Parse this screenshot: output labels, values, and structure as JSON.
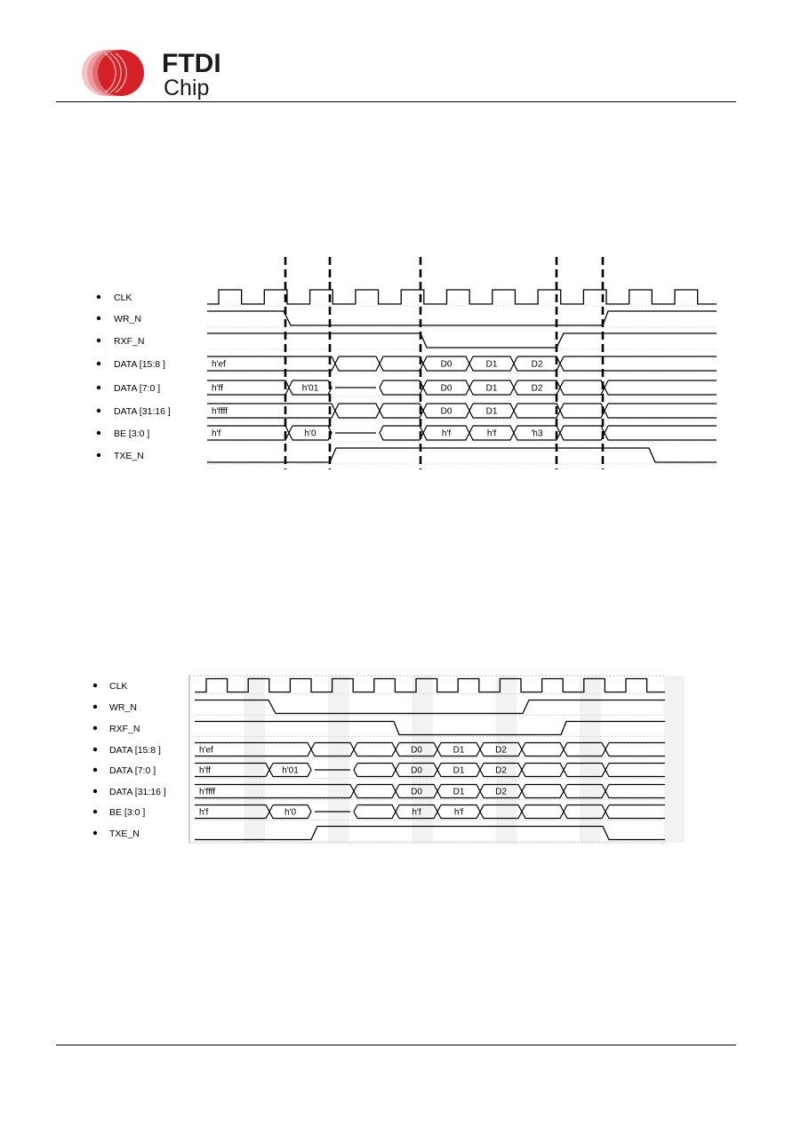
{
  "header": {
    "logo_text_line1": "FTDI",
    "logo_text_line2": "Chip",
    "colors": {
      "logo_red": "#d42027",
      "logo_text": "#1a1a1a"
    }
  },
  "diagram1": {
    "signals": [
      {
        "name": "CLK",
        "kind": "clock"
      },
      {
        "name": "WR_N",
        "kind": "wire"
      },
      {
        "name": "RXF_N",
        "kind": "wire"
      },
      {
        "name": "DATA [15:8 ]",
        "kind": "bus"
      },
      {
        "name": "DATA [7:0 ]",
        "kind": "bus"
      },
      {
        "name": "DATA [31:16 ]",
        "kind": "bus"
      },
      {
        "name": "BE [3:0 ]",
        "kind": "bus"
      },
      {
        "name": "TXE_N",
        "kind": "wire"
      }
    ],
    "bus_values": {
      "DATA [15:8 ]": [
        "h'ef",
        "D0",
        "D1",
        "D2"
      ],
      "DATA [7:0 ]": [
        "h'ff",
        "h'01",
        "D0",
        "D1",
        "D2"
      ],
      "DATA [31:16 ]": [
        "h'ffff",
        "D0",
        "D1"
      ],
      "BE [3:0 ]": [
        "h'f",
        "h'0",
        "h'f",
        "h'f",
        "'h3"
      ]
    }
  },
  "diagram2": {
    "signals": [
      {
        "name": "CLK",
        "kind": "clock"
      },
      {
        "name": "WR_N",
        "kind": "wire"
      },
      {
        "name": "RXF_N",
        "kind": "wire"
      },
      {
        "name": "DATA [15:8 ]",
        "kind": "bus"
      },
      {
        "name": "DATA [7:0 ]",
        "kind": "bus"
      },
      {
        "name": "DATA [31:16 ]",
        "kind": "bus"
      },
      {
        "name": "BE [3:0 ]",
        "kind": "bus"
      },
      {
        "name": "TXE_N",
        "kind": "wire"
      }
    ],
    "bus_values": {
      "DATA [15:8 ]": [
        "h'ef",
        "D0",
        "D1",
        "D2"
      ],
      "DATA [7:0 ]": [
        "h'ff",
        "h'01",
        "D0",
        "D1",
        "D2"
      ],
      "DATA [31:16 ]": [
        "h'ffff",
        "D0",
        "D1",
        "D2"
      ],
      "BE [3:0 ]": [
        "h'f",
        "h'0",
        "h'f",
        "h'f"
      ]
    }
  }
}
